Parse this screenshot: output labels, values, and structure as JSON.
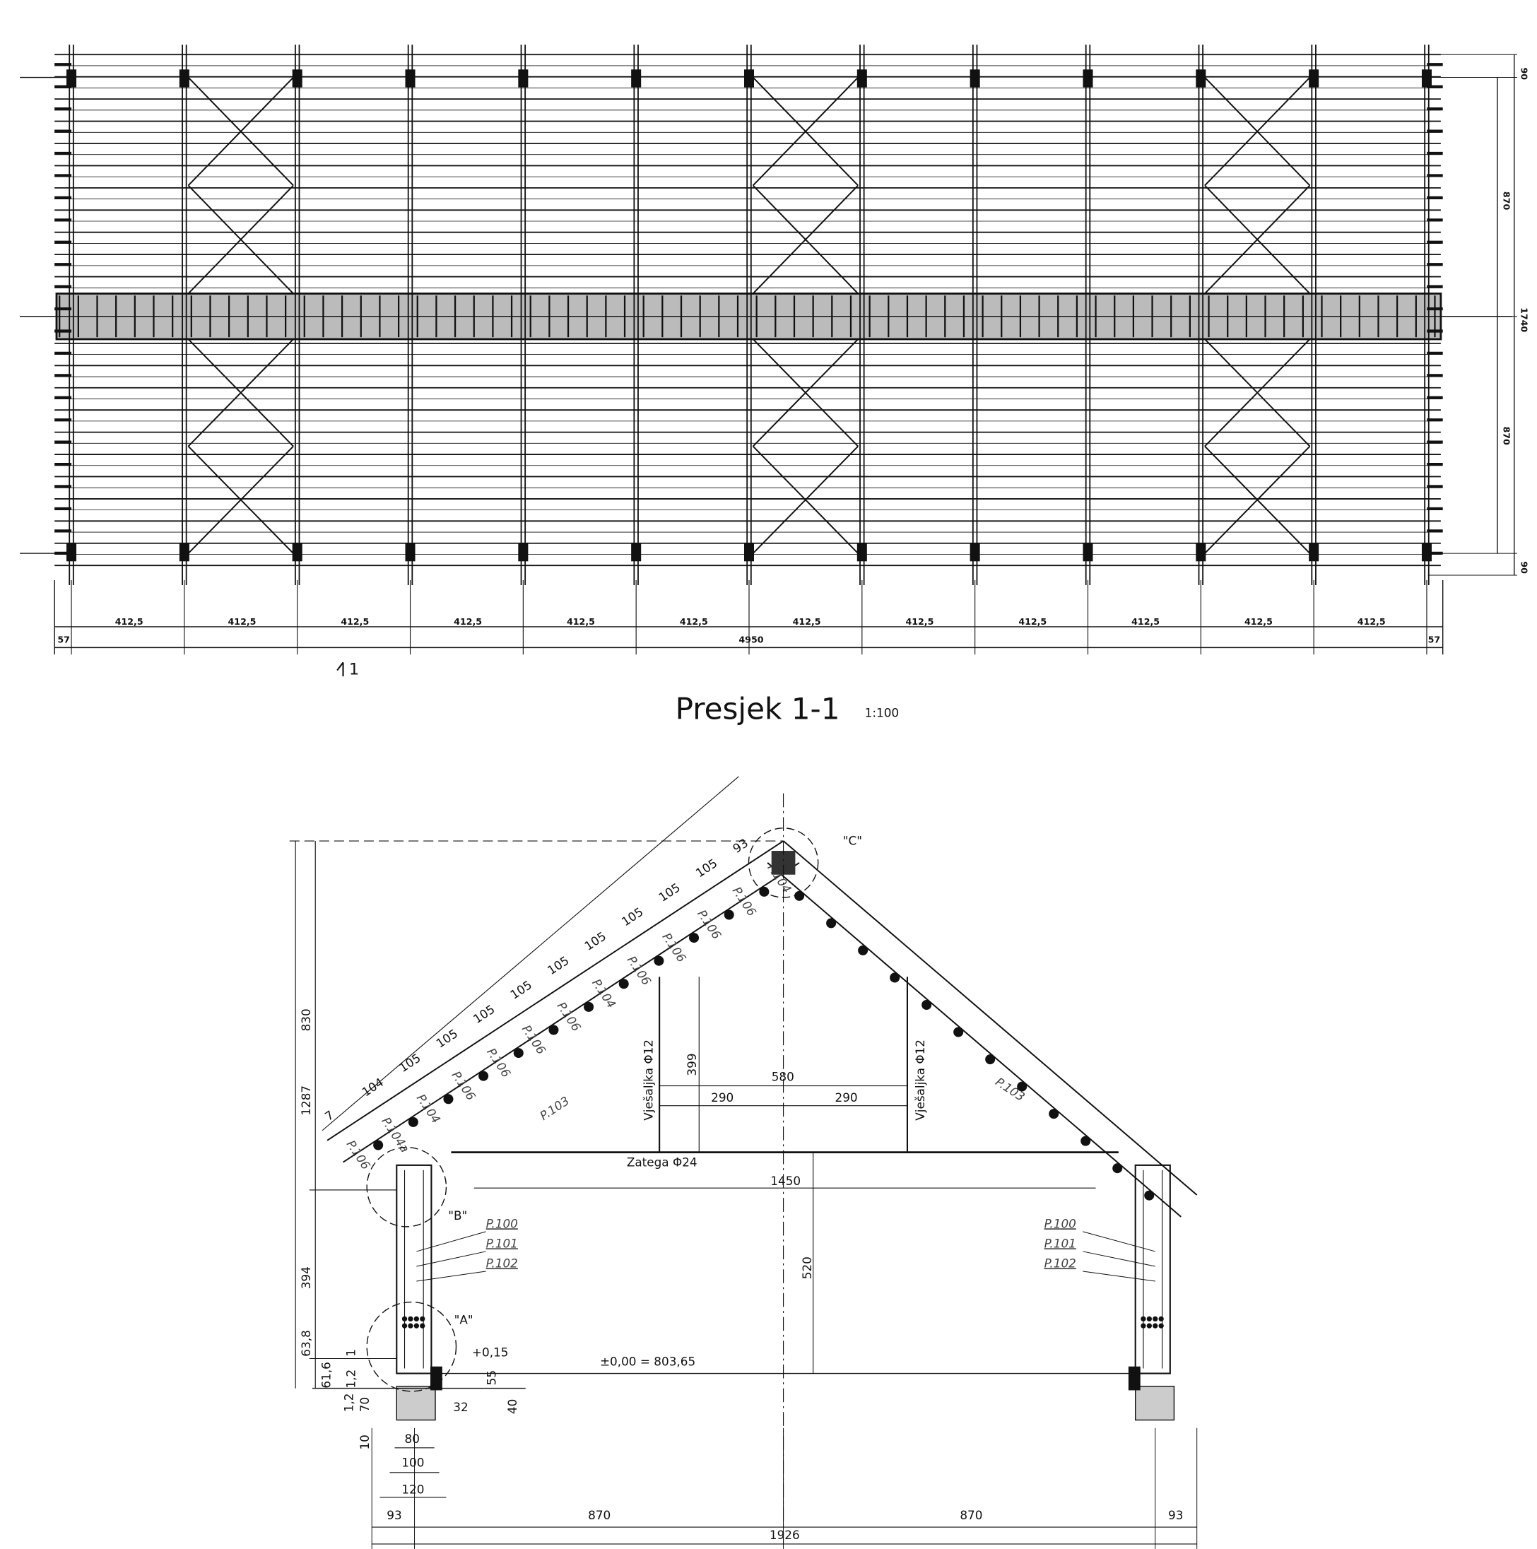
{
  "plan": {
    "bay_dims": [
      "412,5",
      "412,5",
      "412,5",
      "412,5",
      "412,5",
      "412,5",
      "412,5",
      "412,5",
      "412,5",
      "412,5",
      "412,5",
      "412,5"
    ],
    "edge_left": "57",
    "total": "4950",
    "edge_right": "57",
    "right_dims": {
      "top": "90",
      "upper": "870",
      "total": "1740",
      "lower": "870",
      "bottom": "90"
    },
    "section_marker": "1",
    "braced_bays": [
      1,
      6,
      10
    ]
  },
  "section": {
    "title": "Presjek 1-1",
    "scale": "1:100",
    "detail_a": "\"A\"",
    "detail_b": "\"B\"",
    "detail_c": "\"C\"",
    "rafter_dims": [
      "7",
      "104",
      "105",
      "105",
      "105",
      "105",
      "105",
      "105",
      "105",
      "105",
      "105",
      "93"
    ],
    "rafter_profiles": [
      "P.106",
      "P.104a",
      "P.104",
      "P.106",
      "P.106",
      "P.106",
      "P.106",
      "P.104",
      "P.106",
      "P.106",
      "P.106",
      "P.106",
      "P.104"
    ],
    "rafter_left": "P.103",
    "rafter_right": "P.103",
    "hanger_left": "Vješaljka  Φ12",
    "hanger_right": "Vješaljka  Φ12",
    "hanger_height": "399",
    "hanger_span": "580",
    "hanger_half_left": "290",
    "hanger_half_right": "290",
    "tie": "Zatega  Φ24",
    "tie_span": "1450",
    "wall_profiles_left": [
      "P.100",
      "P.101",
      "P.102"
    ],
    "wall_profiles_right": [
      "P.100",
      "P.101",
      "P.102"
    ],
    "heights": {
      "total": "1287",
      "roof": "830",
      "wall": "394",
      "base": "63,8",
      "h520": "520",
      "h616": "61,6",
      "h12a": "1,2",
      "h1": "1",
      "h12b": "1,2",
      "h70": "70",
      "h10": "10",
      "h55": "55",
      "h40": "40",
      "w32": "32"
    },
    "level_plus": "+0,15",
    "level_zero": "±0,00 = 803,65",
    "foundation": [
      "80",
      "100",
      "120"
    ],
    "bottom_dims": [
      "93",
      "870",
      "870",
      "93"
    ],
    "bottom_total": "1926"
  }
}
